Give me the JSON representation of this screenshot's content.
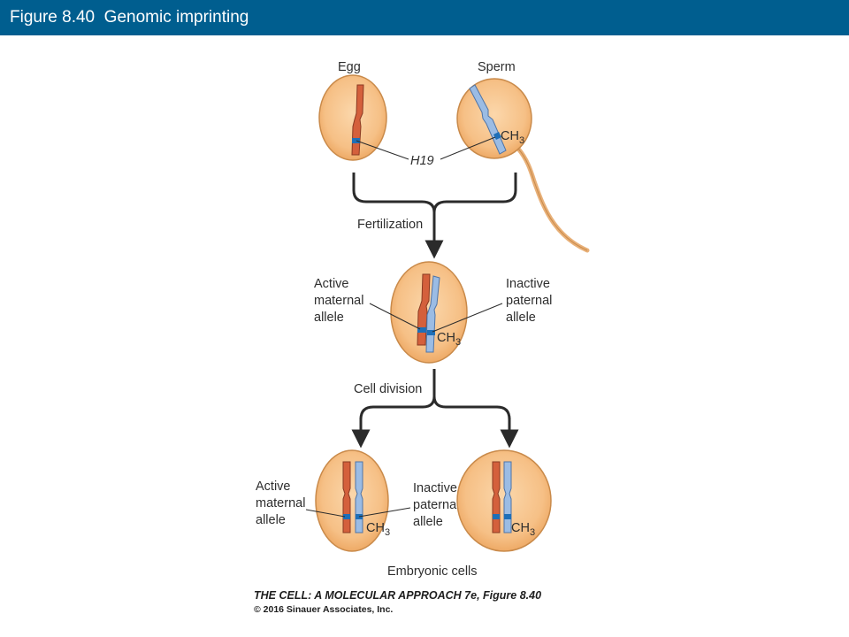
{
  "header": {
    "title": "Figure 8.40  Genomic imprinting",
    "background_color": "#005e8f",
    "text_color": "#ffffff"
  },
  "diagram": {
    "egg_label": "Egg",
    "sperm_label": "Sperm",
    "gene_label": "H19",
    "methyl_label_base": "CH",
    "methyl_label_sub": "3",
    "fertilization_label": "Fertilization",
    "zygote_left_label": [
      "Active",
      "maternal",
      "allele"
    ],
    "zygote_right_label": [
      "Inactive",
      "paternal",
      "allele"
    ],
    "cell_division_label": "Cell division",
    "embryo_left_label": [
      "Active",
      "maternal",
      "allele"
    ],
    "embryo_right_label": [
      "Inactive",
      "paternal",
      "allele"
    ],
    "embryonic_cells_label": "Embryonic cells",
    "colors": {
      "cell_fill": "#f7c48c",
      "cell_outline": "#c98a4a",
      "maternal_chromosome": "#d4603c",
      "paternal_chromosome": "#9bbce4",
      "gene_band": "#1e6fb8",
      "arrow": "#2b2b2b"
    }
  },
  "credit": {
    "line1": "THE CELL: A MOLECULAR APPROACH 7e, Figure 8.40",
    "line2": "© 2016 Sinauer Associates, Inc."
  }
}
